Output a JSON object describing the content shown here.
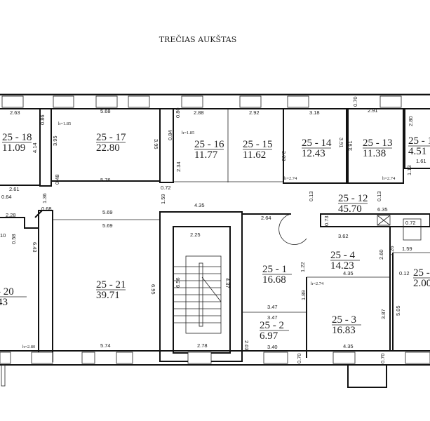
{
  "title": "TREČIAS AUKŠTAS",
  "rooms": [
    {
      "id": "25 - 18",
      "area": "11.09"
    },
    {
      "id": "25 - 17",
      "area": "22.80"
    },
    {
      "id": "25 - 16",
      "area": "11.77"
    },
    {
      "id": "25 - 15",
      "area": "11.62"
    },
    {
      "id": "25 - 14",
      "area": "12.43"
    },
    {
      "id": "25 - 13",
      "area": "11.38"
    },
    {
      "id": "25 - 1",
      "area": "4.51"
    },
    {
      "id": "25 - 12",
      "area": "45.70"
    },
    {
      "id": "- 20",
      "area": "43"
    },
    {
      "id": "25 - 21",
      "area": "39.71"
    },
    {
      "id": "25 - 1",
      "area": "16.68"
    },
    {
      "id": "25 - 2",
      "area": "6.97"
    },
    {
      "id": "25 - 4",
      "area": "14.23"
    },
    {
      "id": "25 - 3",
      "area": "16.83"
    },
    {
      "id": "25 -",
      "area": "2.00"
    }
  ],
  "heights": [
    "h=1.85",
    "h=1.85",
    "h=2.74",
    "h=2.74",
    "h=2.80",
    "h=2.74"
  ],
  "dimensions": [
    "2.63",
    "5.68",
    "0.86",
    "4.14",
    "3.95",
    "3.95",
    "0.80",
    "0.84",
    "2.88",
    "2.92",
    "3.98",
    "3.18",
    "3.91",
    "3.91",
    "0.70",
    "2.91",
    "2.80",
    "2.34",
    "5.76",
    "2.61",
    "0.64",
    "0.48",
    "0.72",
    "1.59",
    "1.36",
    "0.68",
    "2.28",
    "0.58",
    "5.69",
    "5.69",
    "4.35",
    "2.64",
    "6.35",
    "0.73",
    "0.13",
    "0.13",
    "1.61",
    "1.13",
    "6.43",
    "6.95",
    "2.25",
    "6.56",
    "2.78",
    "5.74",
    "4.37",
    "1.22",
    "3.62",
    "2.60",
    "1.26",
    "1.59",
    "0.72",
    "4.35",
    "0.12",
    "1.89",
    "3.47",
    "3.47",
    "2.03",
    "3.40",
    "4.35",
    "3.87",
    "5.05",
    "0.70",
    "0.70",
    "10"
  ]
}
